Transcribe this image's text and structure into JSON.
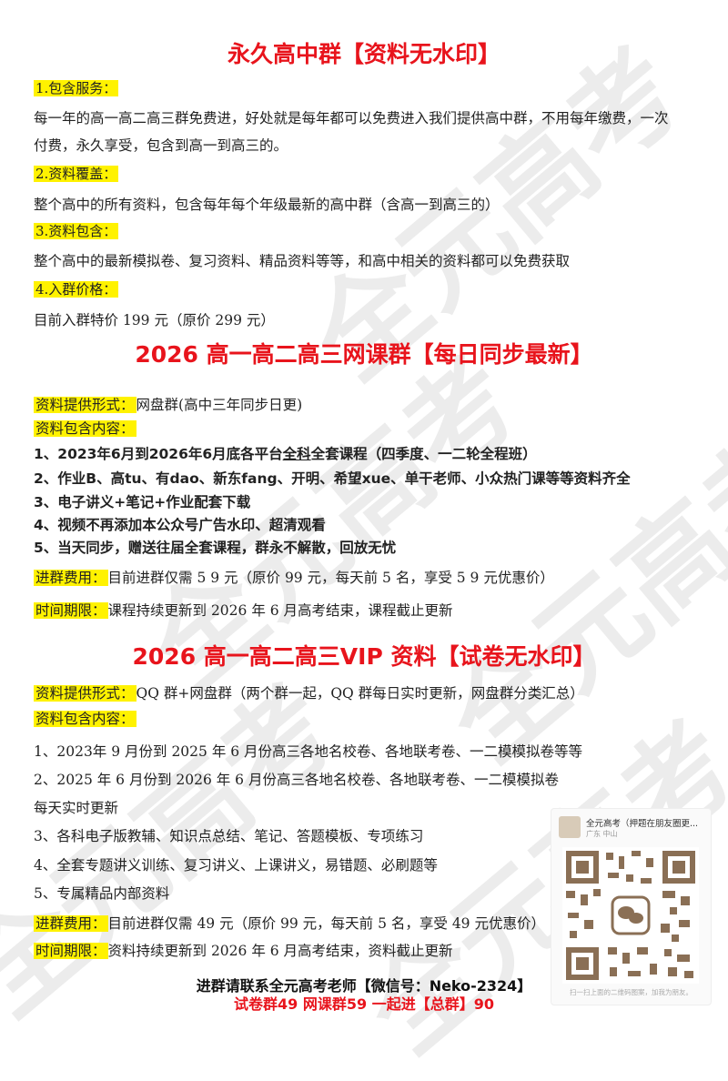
{
  "watermark": "全元高考",
  "section1": {
    "title": "永久高中群【资料无水印】",
    "label1": "1.包含服务：",
    "text1a": "每一年的高一高二高三群免费进，好处就是每年都可以免费进入我们提供高中群，不用每年缴费，一次",
    "text1b": "付费，永久享受，包含到高一到高三的。",
    "label2": "2.资料覆盖：",
    "text2": "整个高中的所有资料，包含每年每个年级最新的高中群（含高一到高三的）",
    "label3": "3.资料包含：",
    "text3": "整个高中的最新模拟卷、复习资料、精品资料等等，和高中相关的资料都可以免费获取",
    "label4": "4.入群价格：",
    "text4": "目前入群特价 199 元（原价 299 元）"
  },
  "section2": {
    "title": "2026 高一高二高三网课群【每日同步最新】",
    "form_label": "资料提供形式：",
    "form_value": "网盘群(高中三年同步日更)",
    "content_label": "资料包含内容：",
    "item1_pre": "1、2023年6月到2026年6月底各平台",
    "item1_u": "全科",
    "item1_post": "全套课程（四季度、一二轮全程班）",
    "item2": "2、作业B、高tu、有dao、新东fang、开明、希望xue、单干老师、小众热门课等等资料齐全",
    "item3": "3、电子讲义+笔记+作业配套下载",
    "item4": "4、视频不再添加本公众号广告水印、超清观看",
    "item5": "5、当天同步，赠送往届全套课程，群永不解散，回放无忧",
    "fee_label": "进群费用：",
    "fee_value": "目前进群仅需 5 9 元（原价 99 元，每天前 5 名，享受 5 9 元优惠价）",
    "time_label": "时间期限：",
    "time_value": "课程持续更新到 2026 年 6 月高考结束，课程截止更新"
  },
  "section3": {
    "title": "2026 高一高二高三VIP 资料【试卷无水印】",
    "form_label": "资料提供形式：",
    "form_value": "QQ 群+网盘群（两个群一起，QQ 群每日实时更新，网盘群分类汇总）",
    "content_label": "资料包含内容：",
    "item1": "1、2023年 9 月份到 2025 年 6 月份高三各地名校卷、各地联考卷、一二模模拟卷等等",
    "item2": "2、2025 年 6 月份到 2026 年 6 月份高三各地名校卷、各地联考卷、一二模模拟卷",
    "item2b": "每天实时更新",
    "item3": "3、各科电子版教辅、知识点总结、笔记、答题模板、专项练习",
    "item4": "4、全套专题讲义训练、复习讲义、上课讲义，易错题、必刷题等",
    "item5": "5、专属精品内部资料",
    "fee_label": "进群费用：",
    "fee_value": "目前进群仅需 49 元（原价 99 元，每天前 5 名，享受 49 元优惠价）",
    "time_label": "时间期限：",
    "time_value": "资料持续更新到 2026 年 6 月高考结束，资料截止更新"
  },
  "qr": {
    "name": "全元高考（押题在朋友圈更...",
    "location": "广东 中山",
    "footer": "扫一扫上面的二维码图案，加我为朋友。"
  },
  "footer": {
    "line1": "进群请联系全元高考老师【微信号：Neko-2324】",
    "line2": "试卷群49 网课群59 一起进【总群】90"
  }
}
